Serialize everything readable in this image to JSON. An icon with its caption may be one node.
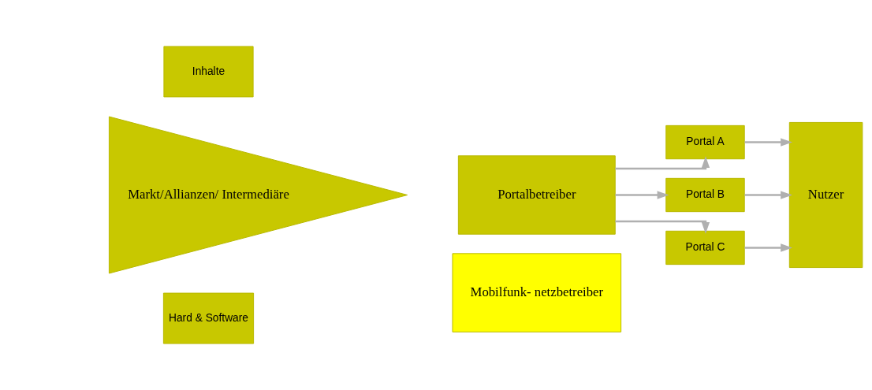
{
  "diagram": {
    "nodes": [
      {
        "text": [
          "Inhalte"
        ]
      },
      {
        "text": [
          "Markt/Allianzen/ Intermediäre"
        ]
      },
      {
        "text": [
          "Hard & Software"
        ]
      },
      {
        "text": [
          "Portalbetreiber"
        ]
      },
      {
        "text": [
          "Mobilfunk- netzbetreiber"
        ]
      },
      {
        "text": [
          "Portal A"
        ]
      },
      {
        "text": [
          "Portal B"
        ]
      },
      {
        "text": [
          "Portal C"
        ]
      },
      {
        "text": [
          "Nutzer"
        ]
      }
    ],
    "edges": [
      {
        "from": 3,
        "to": 5,
        "arrow": "to"
      },
      {
        "from": 3,
        "to": 6,
        "arrow": "to"
      },
      {
        "from": 3,
        "to": 7,
        "arrow": "to"
      },
      {
        "from": 5,
        "to": 8,
        "arrow": "to"
      },
      {
        "from": 6,
        "to": 8,
        "arrow": "to"
      },
      {
        "from": 7,
        "to": 8,
        "arrow": "to"
      }
    ]
  }
}
